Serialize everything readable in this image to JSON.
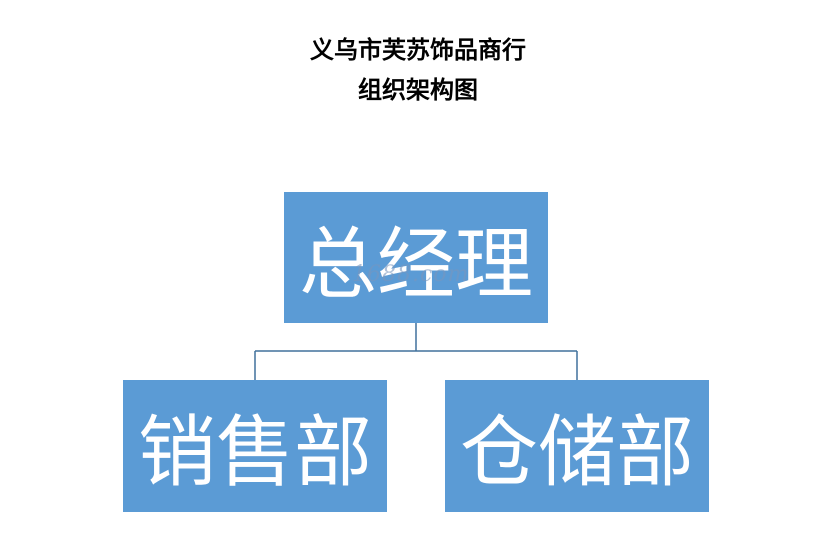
{
  "title": {
    "line1": "义乌市芙苏饰品商行",
    "line2": "组织架构图"
  },
  "nodes": {
    "root": "总经理",
    "child_left": "销售部",
    "child_right": "仓储部"
  },
  "watermark": "1688.com",
  "colors": {
    "box_fill": "#5b9bd5",
    "box_text": "#ffffff",
    "connector": "#41719c",
    "title_text": "#000000"
  }
}
